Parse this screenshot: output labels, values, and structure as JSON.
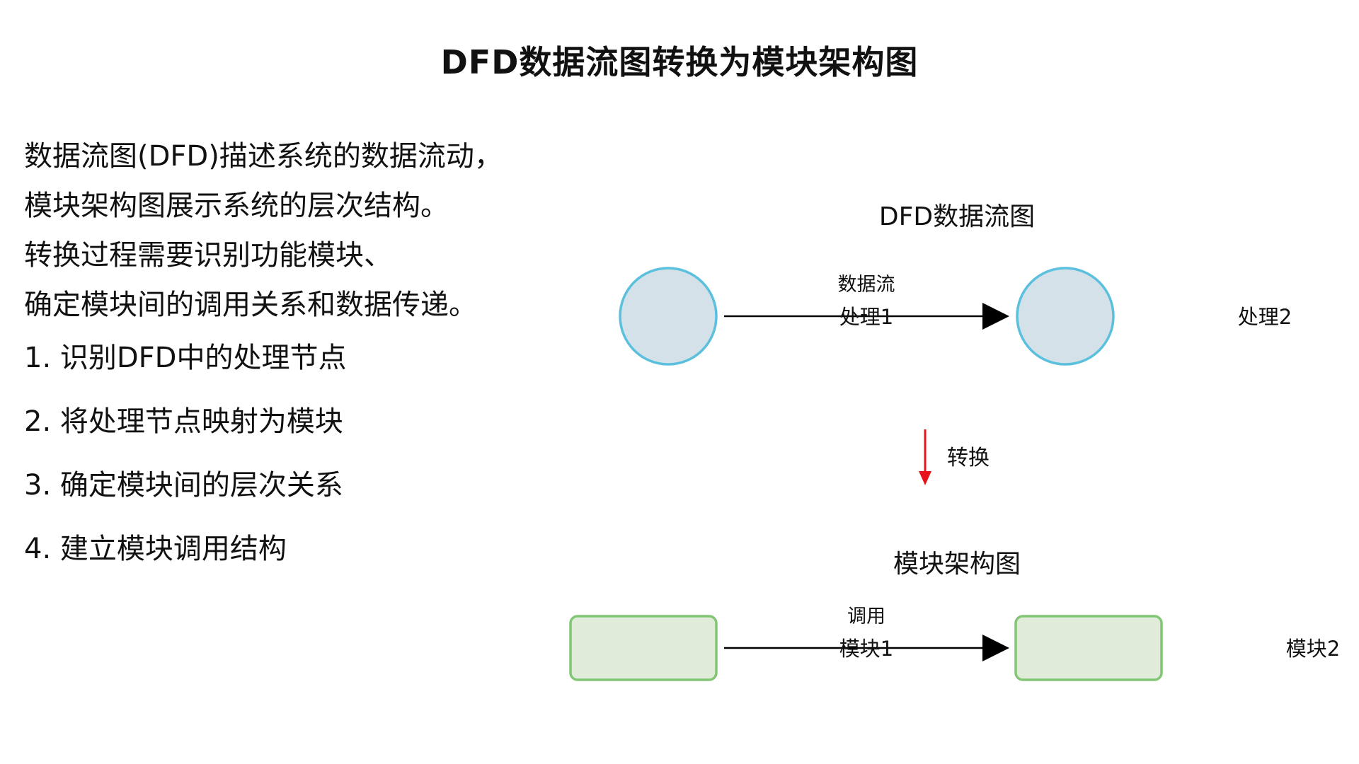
{
  "title": "DFD数据流图转换为模块架构图",
  "intro_lines": [
    "数据流图(DFD)描述系统的数据流动，",
    "模块架构图展示系统的层次结构。",
    "转换过程需要识别功能模块、",
    "确定模块间的调用关系和数据传递。"
  ],
  "steps": [
    "1. 识别DFD中的处理节点",
    "2. 将处理节点映射为模块",
    "3. 确定模块间的层次关系",
    "4. 建立模块调用结构"
  ],
  "dfd": {
    "heading": "DFD数据流图",
    "edge_label": "数据流",
    "node1_label": "处理1",
    "node2_label": "处理2"
  },
  "transform_label": "转换",
  "module": {
    "heading": "模块架构图",
    "edge_label": "调用",
    "node1_label": "模块1",
    "node2_label": "模块2"
  },
  "colors": {
    "circle_fill": "#d4e1e9",
    "circle_stroke": "#5bc0de",
    "rect_fill": "#e0ecd9",
    "rect_stroke": "#82c675",
    "arrow": "#000000",
    "transform_arrow": "#e8141b"
  }
}
